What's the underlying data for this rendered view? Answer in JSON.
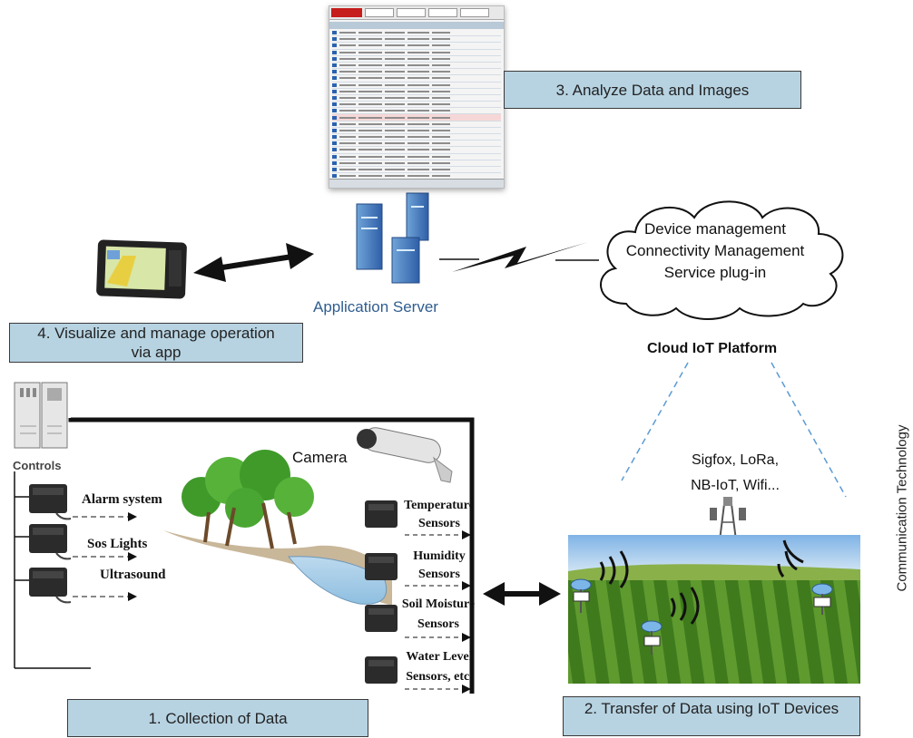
{
  "steps": {
    "analyze": "3. Analyze Data and Images",
    "visualize": "4. Visualize and manage operation via app",
    "collection": "1. Collection of Data",
    "transfer": "2. Transfer of Data using IoT Devices"
  },
  "server_label": "Application Server",
  "cloud": {
    "lines": [
      "Device management",
      "Connectivity Management",
      "Service plug-in"
    ],
    "caption": "Cloud IoT Platform"
  },
  "network": {
    "protocols_line1": "Sigfox, LoRa,",
    "protocols_line2": "NB-IoT, Wifi...",
    "side_label": "Communication Technology"
  },
  "collection": {
    "controls": "Controls",
    "camera": "Camera",
    "outputs": [
      "Alarm system",
      "Sos Lights",
      "Ultrasound"
    ],
    "sensors": [
      {
        "line1": "Temperature",
        "line2": "Sensors"
      },
      {
        "line1": "Humidity",
        "line2": "Sensors"
      },
      {
        "line1": "Soil Moisture",
        "line2": "Sensors"
      },
      {
        "line1": "Water Level",
        "line2": "Sensors, etc."
      }
    ]
  },
  "colors": {
    "step_box": "#b7d3e2",
    "server_text": "#2f5d8f",
    "dashed_link": "#5b9bd5"
  }
}
